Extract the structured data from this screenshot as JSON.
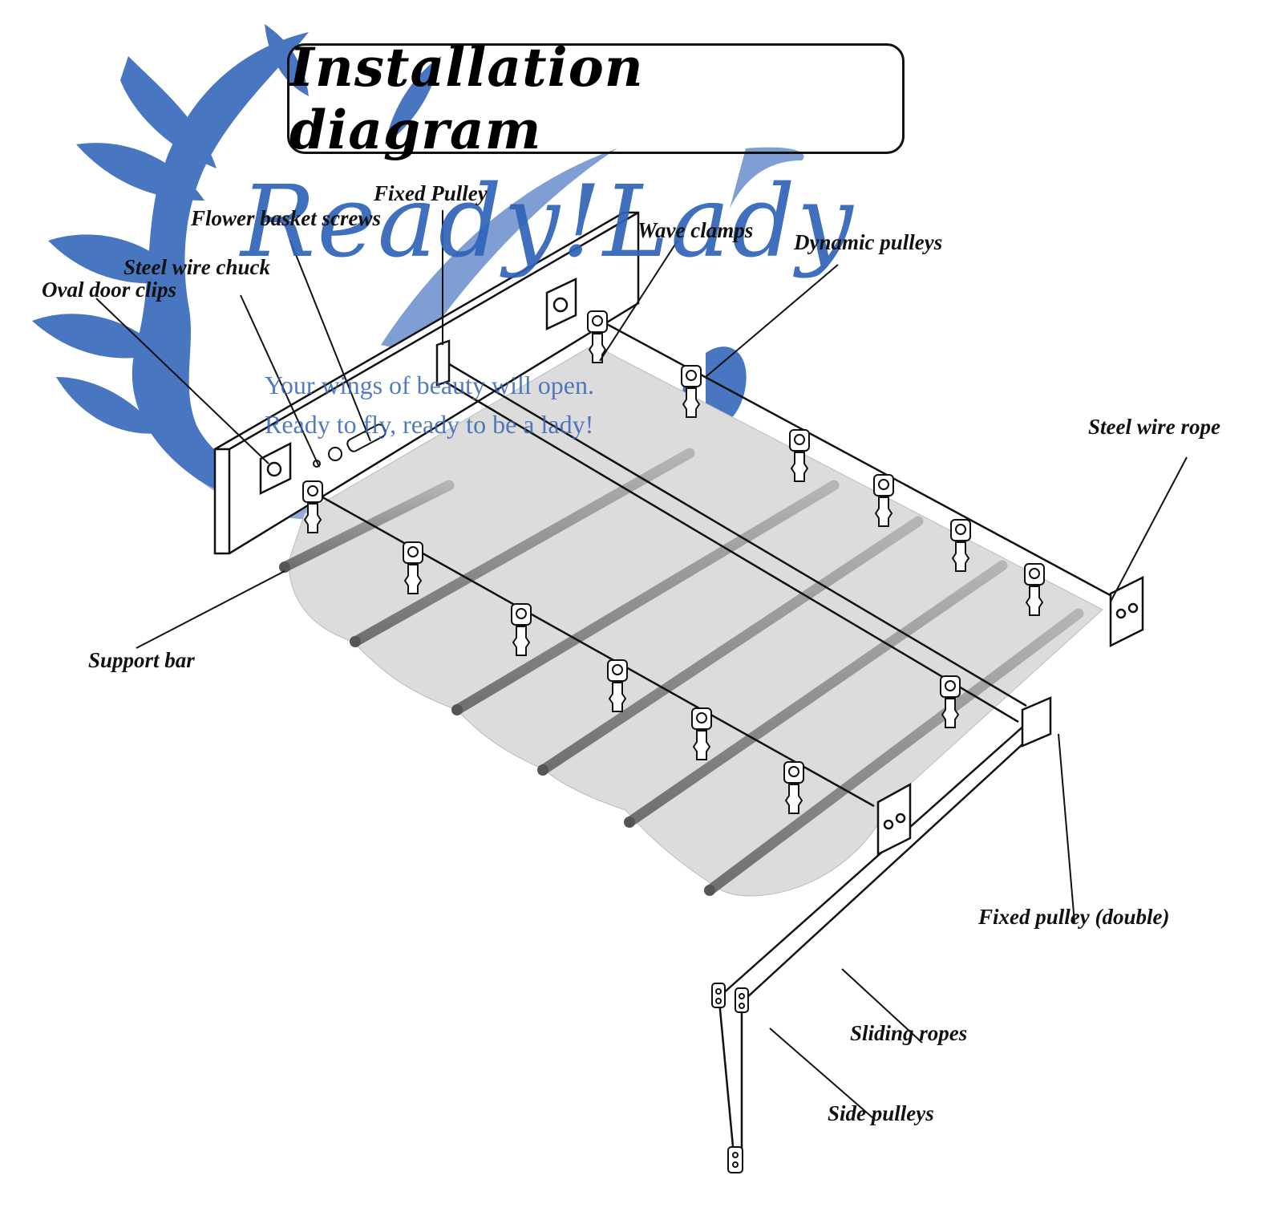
{
  "title": "Installation diagram",
  "watermark": {
    "brand": "Ready!Lady",
    "tagline_1": "Your wings of beauty will open.",
    "tagline_2": "Ready to fly, ready to be a lady!",
    "color": "#2f63b8"
  },
  "labels": {
    "fixed_pulley": "Fixed Pulley",
    "flower_basket_screws": "Flower basket screws",
    "steel_wire_chuck": "Steel wire chuck",
    "oval_door_clips": "Oval door clips",
    "wave_clamps": "Wave clamps",
    "dynamic_pulleys": "Dynamic pulleys",
    "steel_wire_rope": "Steel wire rope",
    "support_bar": "Support bar",
    "fixed_pulley_double": "Fixed pulley (double)",
    "sliding_ropes": "Sliding ropes",
    "side_pulleys": "Side pulleys"
  },
  "colors": {
    "line": "#111111",
    "shade_fabric": "#dcdcdc",
    "support_bar": "#8a8a8a",
    "brand_blue": "#2f63b8"
  }
}
